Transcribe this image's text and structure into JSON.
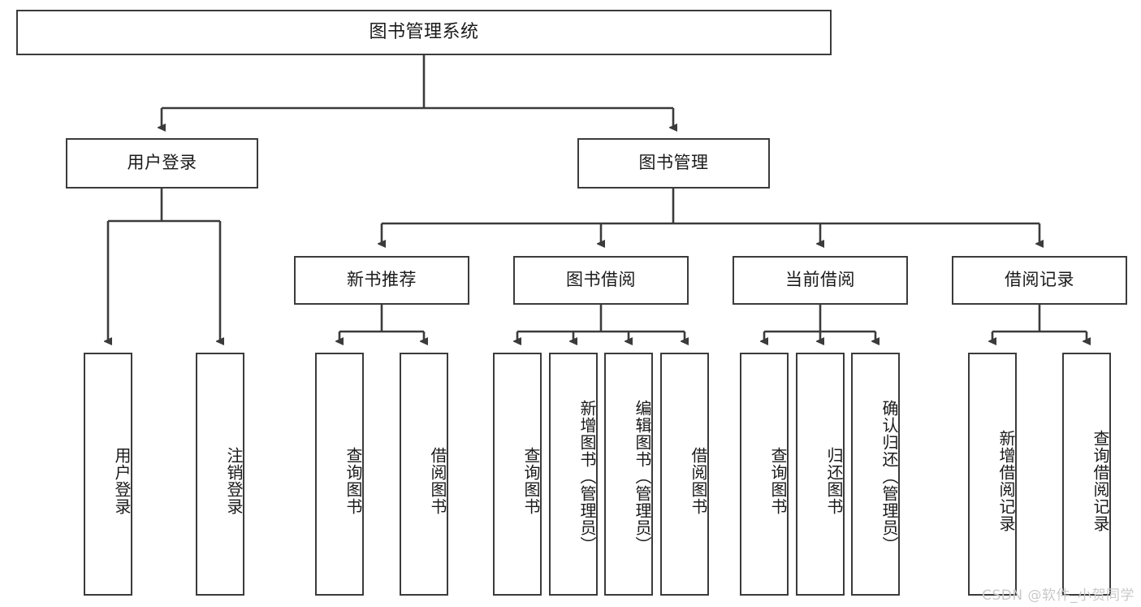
{
  "diagram": {
    "title": "图书管理系统",
    "type": "hierarchy-tree",
    "root": {
      "id": "root",
      "label": "图书管理系统"
    },
    "level2": [
      {
        "id": "user-login",
        "label": "用户登录"
      },
      {
        "id": "book-manage",
        "label": "图书管理"
      }
    ],
    "level3": [
      {
        "id": "new-book-rec",
        "label": "新书推荐"
      },
      {
        "id": "book-borrow",
        "label": "图书借阅"
      },
      {
        "id": "current-borrow",
        "label": "当前借阅"
      },
      {
        "id": "borrow-record",
        "label": "借阅记录"
      }
    ],
    "leaves": {
      "user_login": [
        {
          "id": "leaf-user-login",
          "label": "用户登录"
        },
        {
          "id": "leaf-logout",
          "label": "注销登录"
        }
      ],
      "new_book_rec": [
        {
          "id": "leaf-query-book-1",
          "label": "查询图书"
        },
        {
          "id": "leaf-borrow-book-1",
          "label": "借阅图书"
        }
      ],
      "book_borrow": [
        {
          "id": "leaf-query-book-2",
          "label": "查询图书"
        },
        {
          "id": "leaf-add-book",
          "label": "新增图书（管理员）"
        },
        {
          "id": "leaf-edit-book",
          "label": "编辑图书（管理员）"
        },
        {
          "id": "leaf-borrow-book-2",
          "label": "借阅图书"
        }
      ],
      "current_borrow": [
        {
          "id": "leaf-query-book-3",
          "label": "查询图书"
        },
        {
          "id": "leaf-return-book",
          "label": "归还图书"
        },
        {
          "id": "leaf-confirm-return",
          "label": "确认归还（管理员）"
        }
      ],
      "borrow_record": [
        {
          "id": "leaf-add-record",
          "label": "新增借阅记录"
        },
        {
          "id": "leaf-query-record",
          "label": "查询借阅记录"
        }
      ]
    },
    "colors": {
      "stroke": "#3b3b3b",
      "fill": "#ffffff",
      "text": "#1a1a1a",
      "watermark": "#c9c9c9"
    }
  },
  "watermark": {
    "text": "CSDN @软件_小贺同学"
  }
}
